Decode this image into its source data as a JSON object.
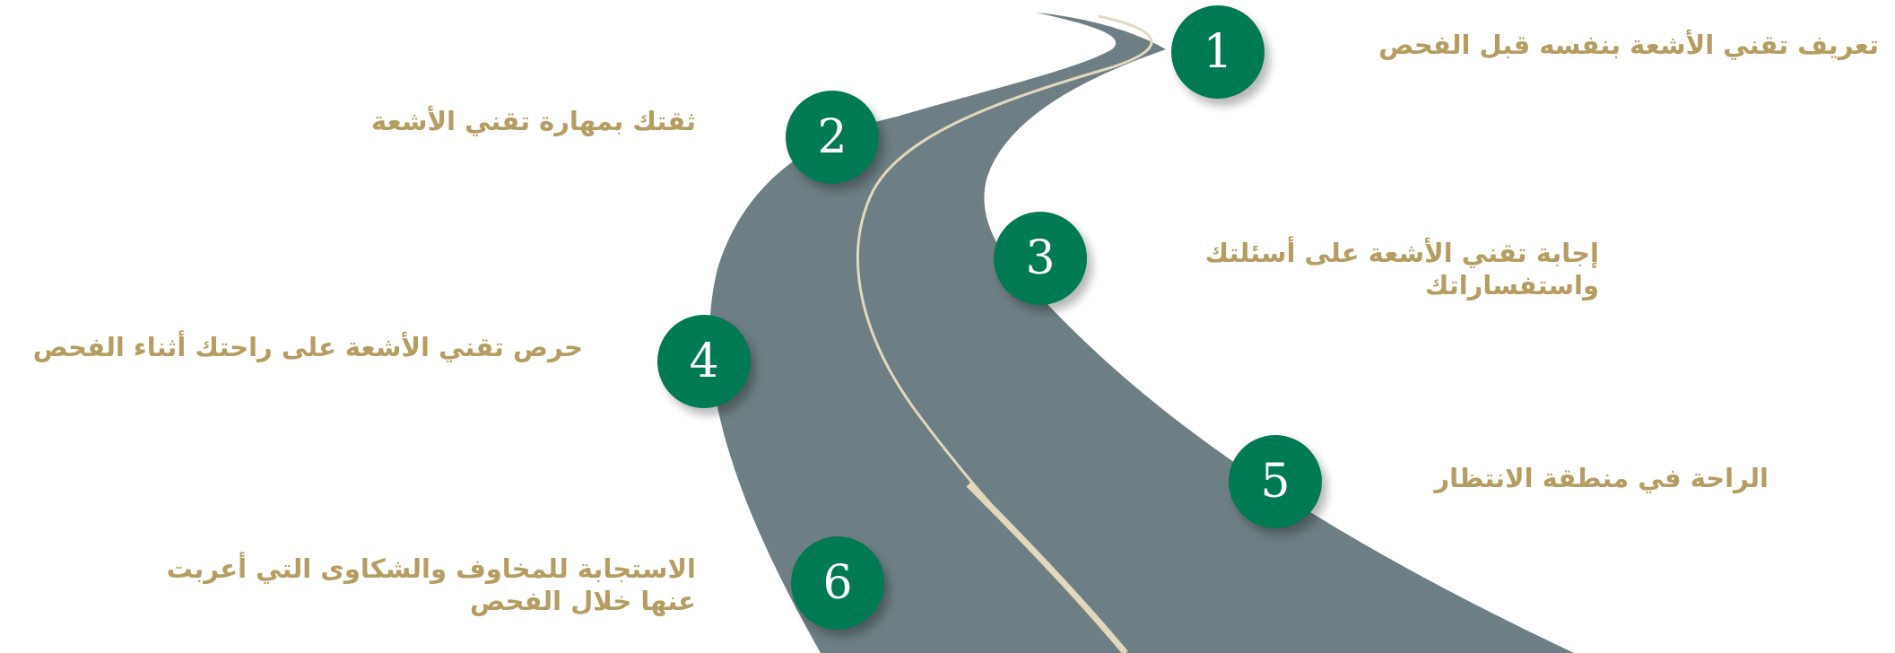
{
  "colors": {
    "road": "#6d7f84",
    "lane_line": "#e2d8bd",
    "circle": "#007a52",
    "label": "#b59d62"
  },
  "steps": [
    {
      "number": "1",
      "lines": [
        "تعريف تقني الأشعة بنفسه قبل الفحص"
      ]
    },
    {
      "number": "2",
      "lines": [
        "ثقتك بمهارة تقني الأشعة"
      ]
    },
    {
      "number": "3",
      "lines": [
        "إجابة تقني الأشعة على أسئلتك",
        "واستفساراتك"
      ]
    },
    {
      "number": "4",
      "lines": [
        "حرص تقني الأشعة على راحتك أثناء الفحص"
      ]
    },
    {
      "number": "5",
      "lines": [
        "الراحة في منطقة الانتظار"
      ]
    },
    {
      "number": "6",
      "lines": [
        "الاستجابة للمخاوف والشكاوى التي أعربت",
        "عنها خلال الفحص"
      ]
    }
  ]
}
